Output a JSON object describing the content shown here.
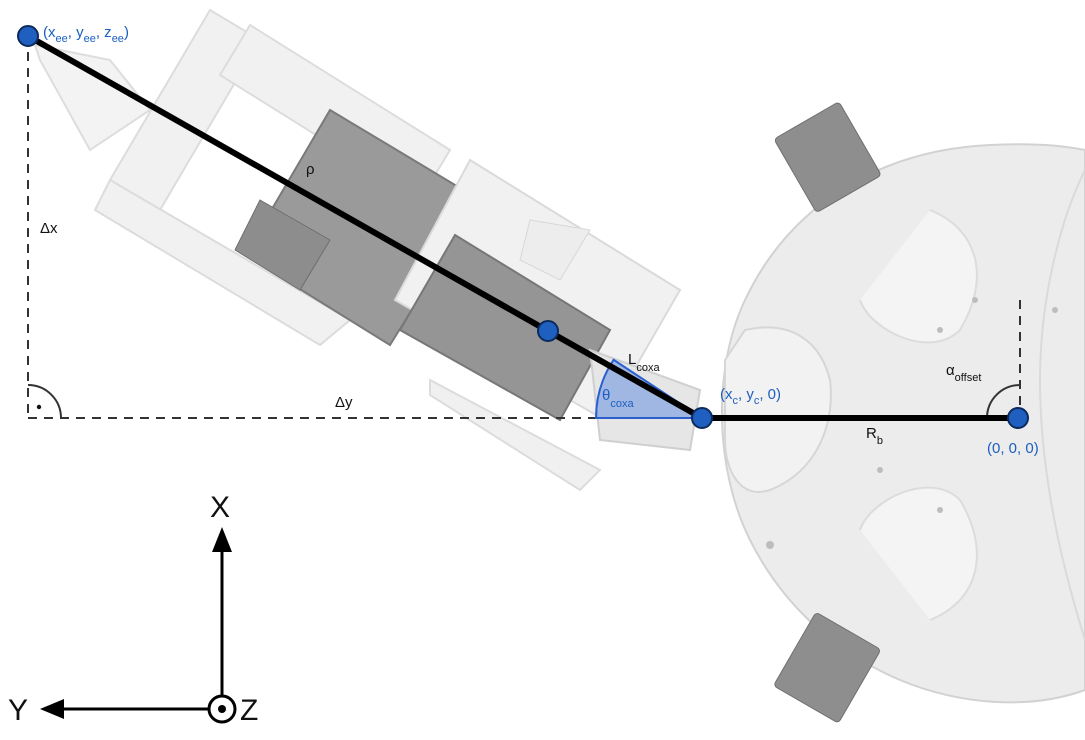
{
  "labels": {
    "end_effector": {
      "main": "(x",
      "s1": "ee",
      "m2": ", y",
      "s2": "ee",
      "m3": ", z",
      "s3": "ee",
      "m4": ")"
    },
    "coxa_joint": {
      "main": "(x",
      "s1": "c",
      "m2": ", y",
      "s2": "c",
      "m3": ", 0)"
    },
    "origin": "(0, 0, 0)",
    "rho": "ρ",
    "delta_x": "Δx",
    "delta_y": "Δy",
    "l_coxa": {
      "main": "L",
      "sub": "coxa"
    },
    "theta_coxa": {
      "main": "θ",
      "sub": "coxa"
    },
    "r_b": {
      "main": "R",
      "sub": "b"
    },
    "alpha_offset": {
      "main": "α",
      "sub": "offset"
    }
  },
  "axes": {
    "x": "X",
    "y": "Y",
    "z": "Z"
  },
  "colors": {
    "point": "#1f5fbf",
    "point_stroke": "#0d2a5c",
    "label_blue": "#1d5fbf",
    "angle_fill": "#4d7fe0",
    "link": "#000000",
    "body": "#e9e9e9"
  }
}
